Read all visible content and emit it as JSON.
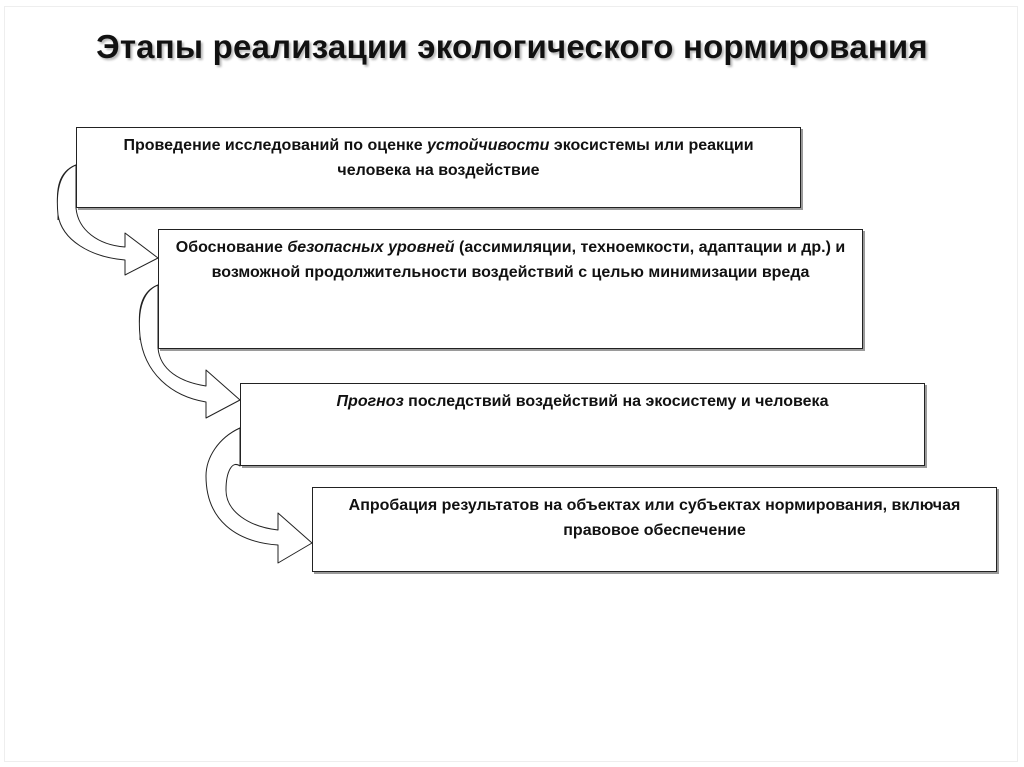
{
  "title": "Этапы реализации экологического нормирования",
  "steps": [
    {
      "before": "Проведение исследований по оценке ",
      "em": "устойчивости",
      "after": " экосистемы или реакции человека на воздействие"
    },
    {
      "before": "Обоснование ",
      "em": "безопасных уровней",
      "after": " (ассимиляции, техноемкости, адаптации и др.) и возможной продолжительности воздействий с целью минимизации вреда"
    },
    {
      "before": "",
      "em": "Прогноз",
      "after": " последствий воздействий на экосистему и человека"
    },
    {
      "before": "Апробация результатов на объектах или субъектах нормирования, включая правовое обеспечение",
      "em": "",
      "after": ""
    }
  ],
  "colors": {
    "arrow_fill": "#ffffff",
    "arrow_shade": "#c8c8c8",
    "stroke": "#222222"
  }
}
